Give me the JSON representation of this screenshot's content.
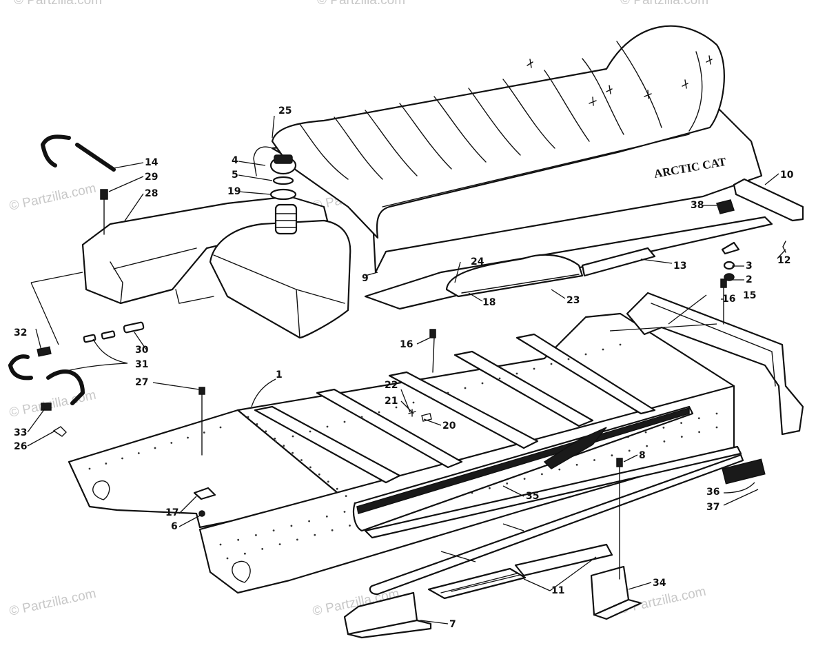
{
  "watermark": "© Partzilla.com",
  "seat_brand": "ARCTIC CAT",
  "callouts": {
    "c1": "1",
    "c2": "2",
    "c3": "3",
    "c4": "4",
    "c5": "5",
    "c6": "6",
    "c7": "7",
    "c8": "8",
    "c9": "9",
    "c10": "10",
    "c11": "11",
    "c12": "12",
    "c13": "13",
    "c14": "14",
    "c15": "15",
    "c16a": "16",
    "c16b": "16",
    "c17": "17",
    "c18": "18",
    "c19": "19",
    "c20": "20",
    "c21": "21",
    "c22": "22",
    "c23": "23",
    "c24": "24",
    "c25": "25",
    "c26": "26",
    "c27": "27",
    "c28": "28",
    "c29": "29",
    "c30": "30",
    "c31": "31",
    "c32": "32",
    "c33": "33",
    "c34": "34",
    "c35": "35",
    "c36": "36",
    "c37": "37",
    "c38": "38"
  }
}
